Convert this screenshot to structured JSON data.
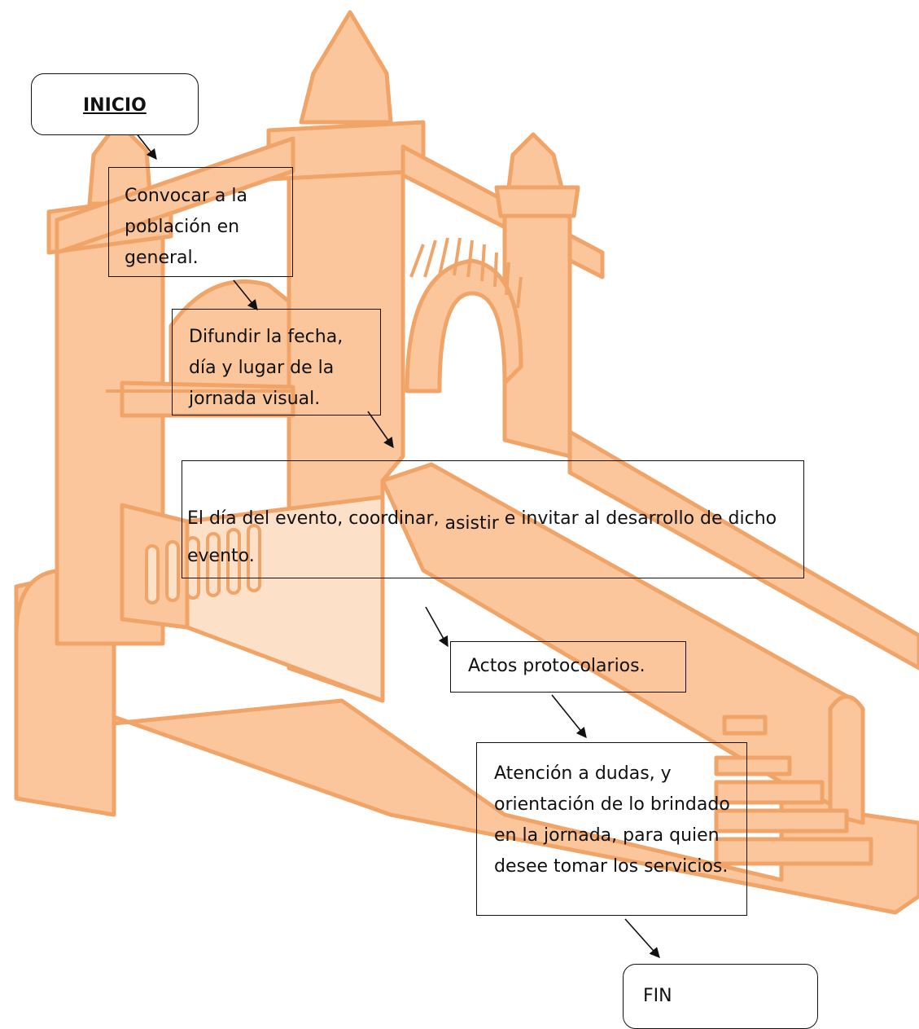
{
  "diagram": {
    "type": "flowchart",
    "steps": {
      "start": "INICIO",
      "step1": "Convocar a la población en general.",
      "step2": "Difundir la fecha, día y lugar de la jornada visual.",
      "step3_part1": "El día del evento, coordinar, ",
      "step3_raised": "asistir",
      "step3_part2": " e invitar al desarrollo  de dicho evento.",
      "step4": "Actos protocolarios.",
      "step5": "Atención a dudas, y orientación de lo brindado en la jornada, para quien desee tomar los servicios.",
      "end": "FIN"
    }
  },
  "colors": {
    "watermark_fill": "#fbc69b",
    "watermark_line": "#f0a468",
    "box_border": "#111111",
    "arrow": "#111111"
  },
  "icons": {
    "watermark": "colonial-building-staircase-logo"
  }
}
